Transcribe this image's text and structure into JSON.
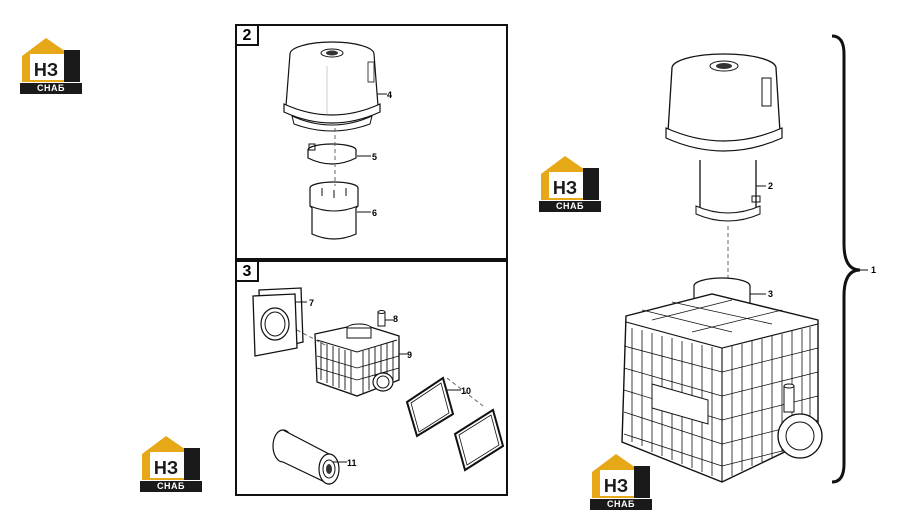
{
  "panels": {
    "panel_2": {
      "number": "2"
    },
    "panel_3": {
      "number": "3"
    }
  },
  "callouts": {
    "c1": "1",
    "c2": "2",
    "c3": "3",
    "c4": "4",
    "c5": "5",
    "c6": "6",
    "c7": "7",
    "c8": "8",
    "c9": "9",
    "c10": "10",
    "c11": "11"
  },
  "logo": {
    "text": "СНАБ",
    "letters": "НЗ"
  },
  "colors": {
    "logo_gold": "#e6a817",
    "logo_dark": "#1a1a1a",
    "line": "#111111"
  }
}
